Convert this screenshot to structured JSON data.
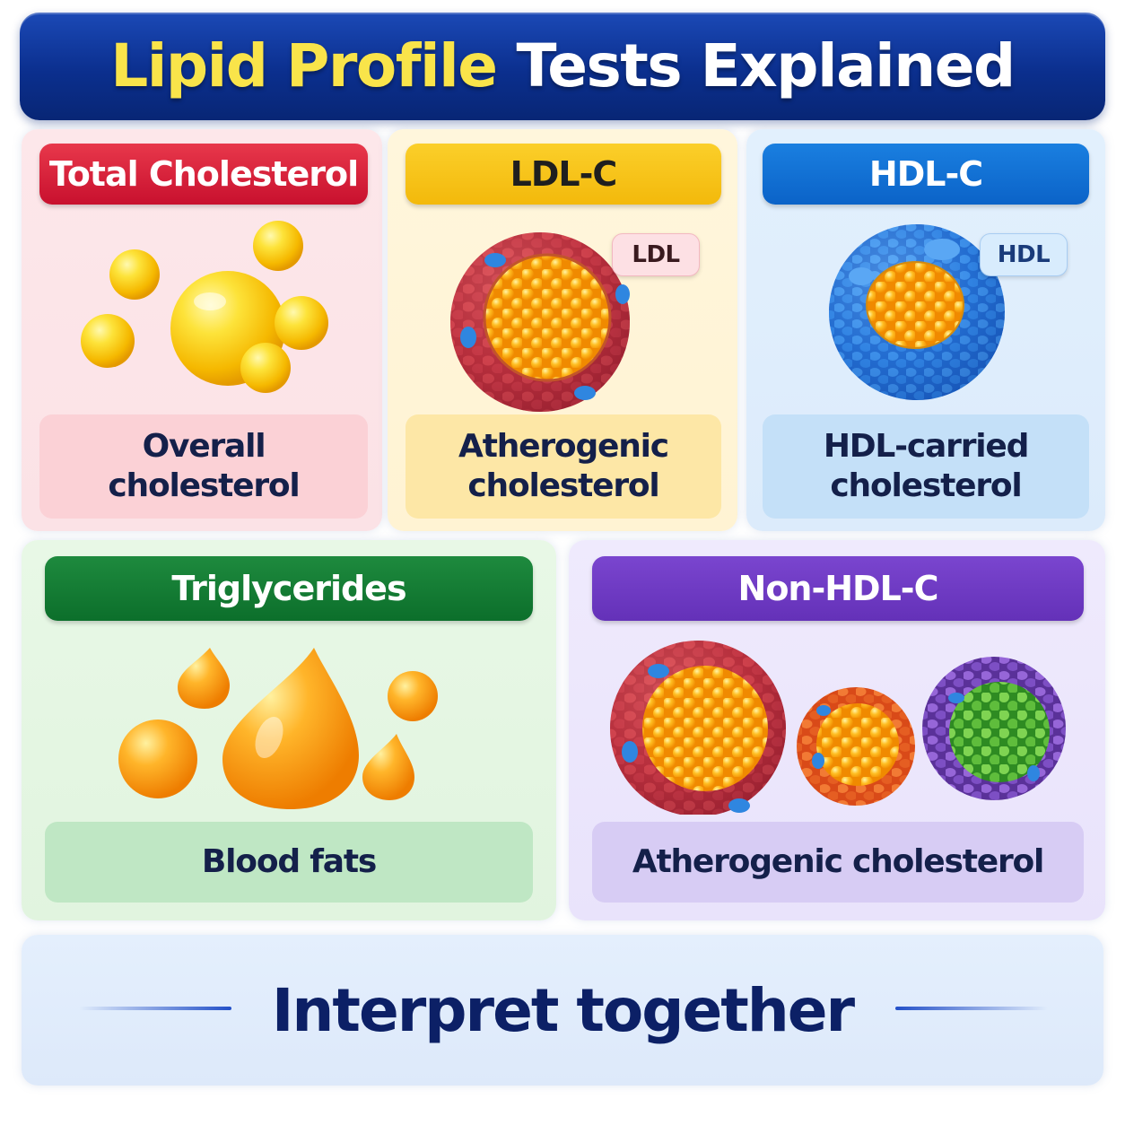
{
  "title": {
    "part1": "Lipid Profile",
    "part2": "Tests Explained"
  },
  "cards": {
    "total_cholesterol": {
      "label": "Total Cholesterol",
      "description_line1": "Overall",
      "description_line2": "cholesterol"
    },
    "ldl": {
      "label": "LDL-C",
      "tag": "LDL",
      "description_line1": "Atherogenic",
      "description_line2": "cholesterol"
    },
    "hdl": {
      "label": "HDL-C",
      "tag": "HDL",
      "description_line1": "HDL-carried",
      "description_line2": "cholesterol"
    },
    "triglycerides": {
      "label": "Triglycerides",
      "description": "Blood fats"
    },
    "non_hdl": {
      "label": "Non-HDL-C",
      "description": "Atherogenic cholesterol"
    }
  },
  "footer": {
    "text": "Interpret together"
  },
  "colors": {
    "title_banner": "#0b2f8e",
    "title_highlight": "#f9e44a",
    "total_cholesterol": "#c8102e",
    "ldl": "#f3b90b",
    "hdl": "#0b63c8",
    "triglycerides": "#0c6f2b",
    "non_hdl": "#6431b8",
    "footer_text": "#0c2066"
  },
  "icons": {
    "total_cholesterol": "cholesterol-droplets-icon",
    "ldl": "ldl-particle-icon",
    "hdl": "hdl-particle-icon",
    "triglycerides": "fat-droplets-icon",
    "non_hdl": "lipoprotein-particles-icon"
  }
}
